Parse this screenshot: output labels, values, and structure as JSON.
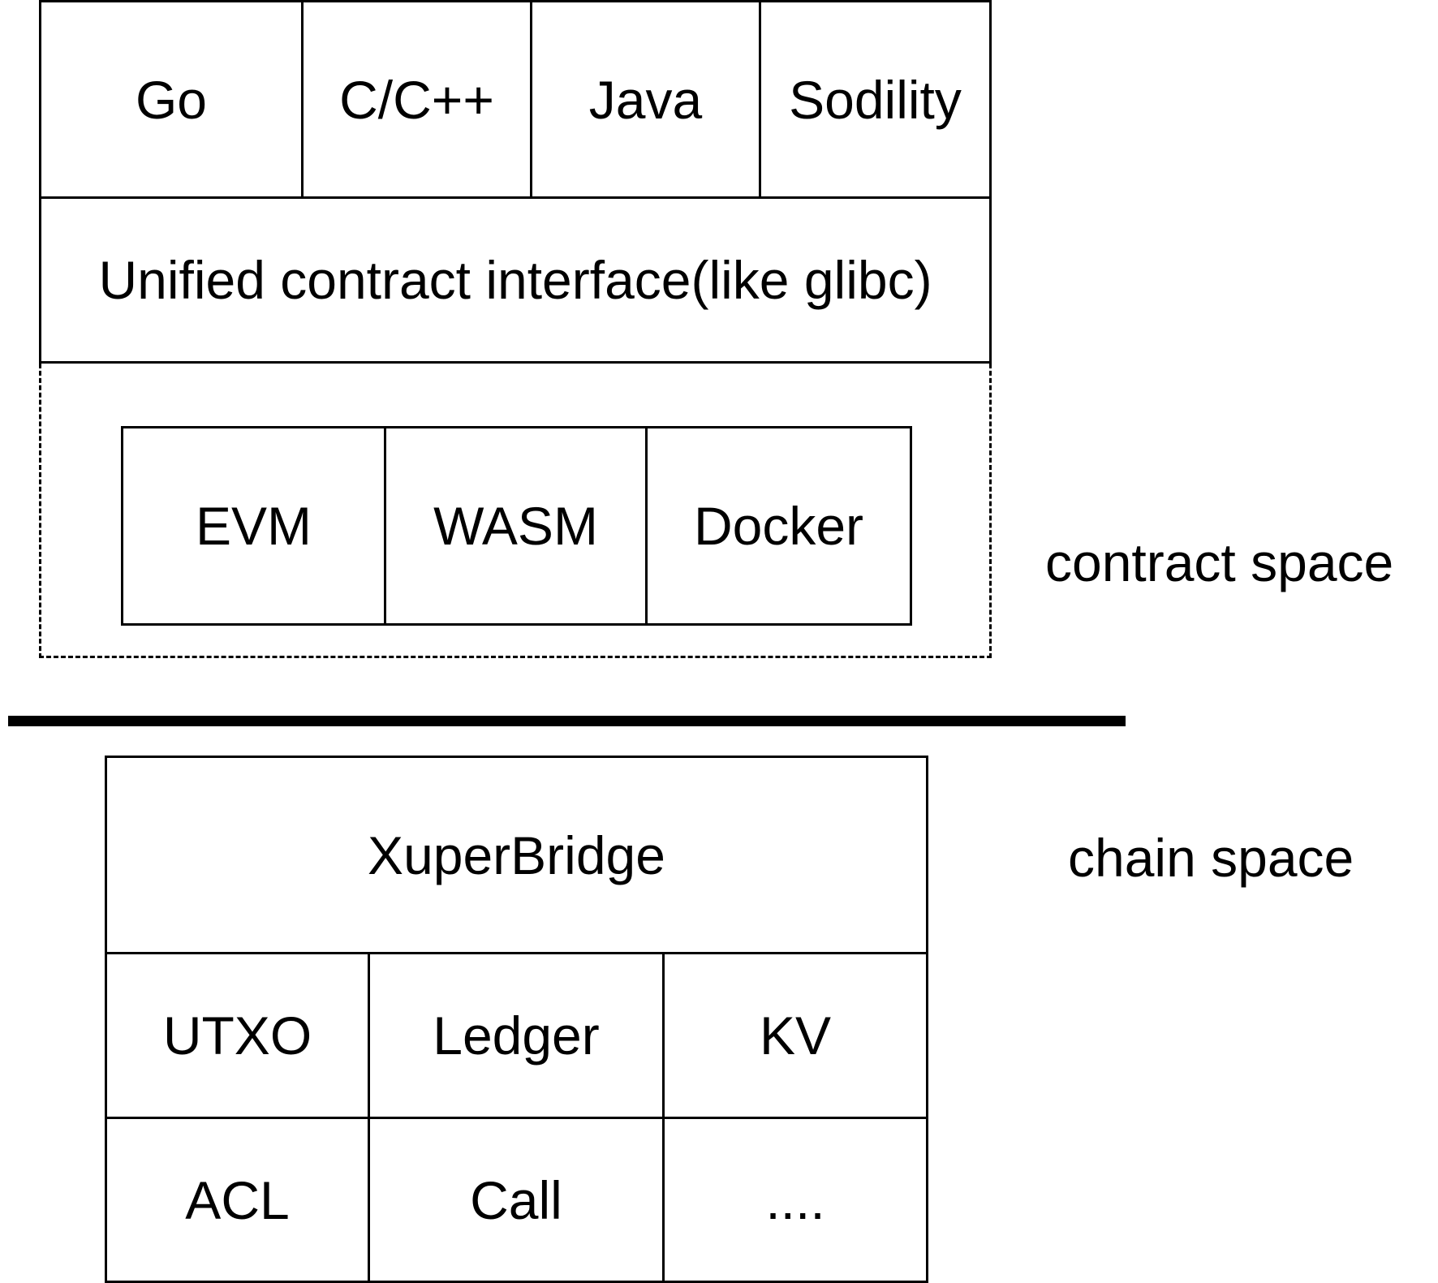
{
  "contract_space": {
    "languages": [
      "Go",
      "C/C++",
      "Java",
      "Sodility"
    ],
    "interface_label": "Unified contract interface(like glibc)",
    "vms": [
      "EVM",
      "WASM",
      "Docker"
    ],
    "space_label": "contract space"
  },
  "chain_space": {
    "bridge_label": "XuperBridge",
    "row1": [
      "UTXO",
      "Ledger",
      "KV"
    ],
    "row2": [
      "ACL",
      "Call",
      "...."
    ],
    "space_label": "chain space"
  }
}
